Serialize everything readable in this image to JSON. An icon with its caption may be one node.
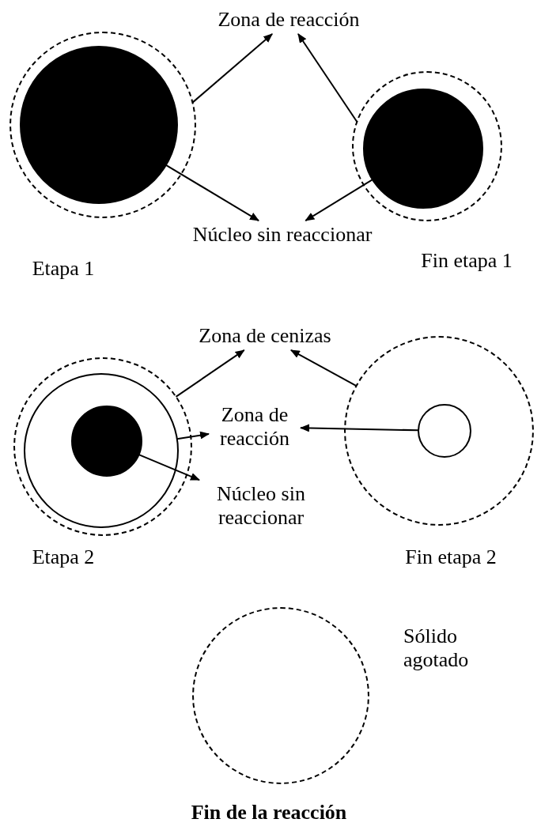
{
  "diagram": {
    "nodes": [
      {
        "text": [
          "Zona de reacción"
        ]
      },
      {
        "text": [],
        "shape": "circle",
        "beside": [
          "Etapa 1"
        ]
      },
      {
        "text": [],
        "shape": "circle",
        "in": 1
      },
      {
        "text": [],
        "shape": "circle",
        "beside": [
          "Fin etapa 1"
        ]
      },
      {
        "text": [],
        "shape": "circle",
        "in": 3
      },
      {
        "text": [
          "Núcleo sin reaccionar"
        ]
      },
      {
        "text": [
          "Zona de cenizas"
        ]
      },
      {
        "text": [],
        "shape": "circle",
        "beside": [
          "Etapa 2"
        ]
      },
      {
        "text": [],
        "shape": "circle",
        "in": 7
      },
      {
        "text": [],
        "shape": "circle",
        "in": 8
      },
      {
        "text": [
          "Zona de reacción"
        ]
      },
      {
        "text": [
          "Núcleo sin reaccionar"
        ]
      },
      {
        "text": [],
        "shape": "circle",
        "beside": [
          "Fin etapa 2"
        ]
      },
      {
        "text": [],
        "shape": "circle",
        "in": 12
      },
      {
        "text": [],
        "shape": "circle",
        "beside": [
          "Sólido agotado",
          "Fin de la reacción"
        ]
      }
    ],
    "edges": [
      {
        "from": 1,
        "to": 0,
        "arrow": "to"
      },
      {
        "from": 3,
        "to": 0,
        "arrow": "to"
      },
      {
        "from": 2,
        "to": 5,
        "arrow": "to"
      },
      {
        "from": 4,
        "to": 5,
        "arrow": "to"
      },
      {
        "from": 7,
        "to": 6,
        "arrow": "to"
      },
      {
        "from": 12,
        "to": 6,
        "arrow": "to"
      },
      {
        "from": 8,
        "to": 10,
        "arrow": "to"
      },
      {
        "from": 13,
        "to": 10,
        "arrow": "to"
      },
      {
        "from": 9,
        "to": 11,
        "arrow": "to"
      }
    ]
  }
}
